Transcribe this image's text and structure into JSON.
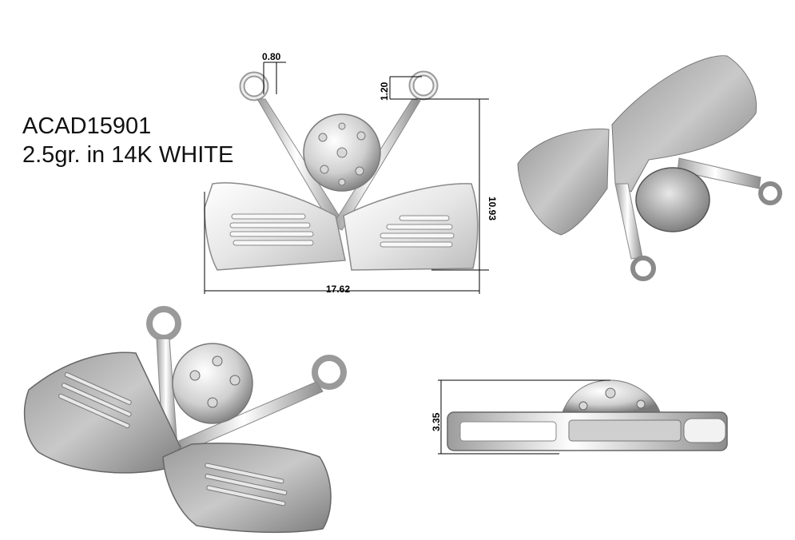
{
  "product": {
    "code": "ACAD15901",
    "spec": "2.5gr. in 14K WHITE"
  },
  "dimensions": {
    "loop_wire": "0.80",
    "loop_offset": "1.20",
    "height": "10.93",
    "width": "17.62",
    "depth": "3.35"
  },
  "colors": {
    "metal_light": "#f4f4f4",
    "metal_mid": "#c8c8c8",
    "metal_dark": "#8a8a8a",
    "line": "#000000"
  }
}
